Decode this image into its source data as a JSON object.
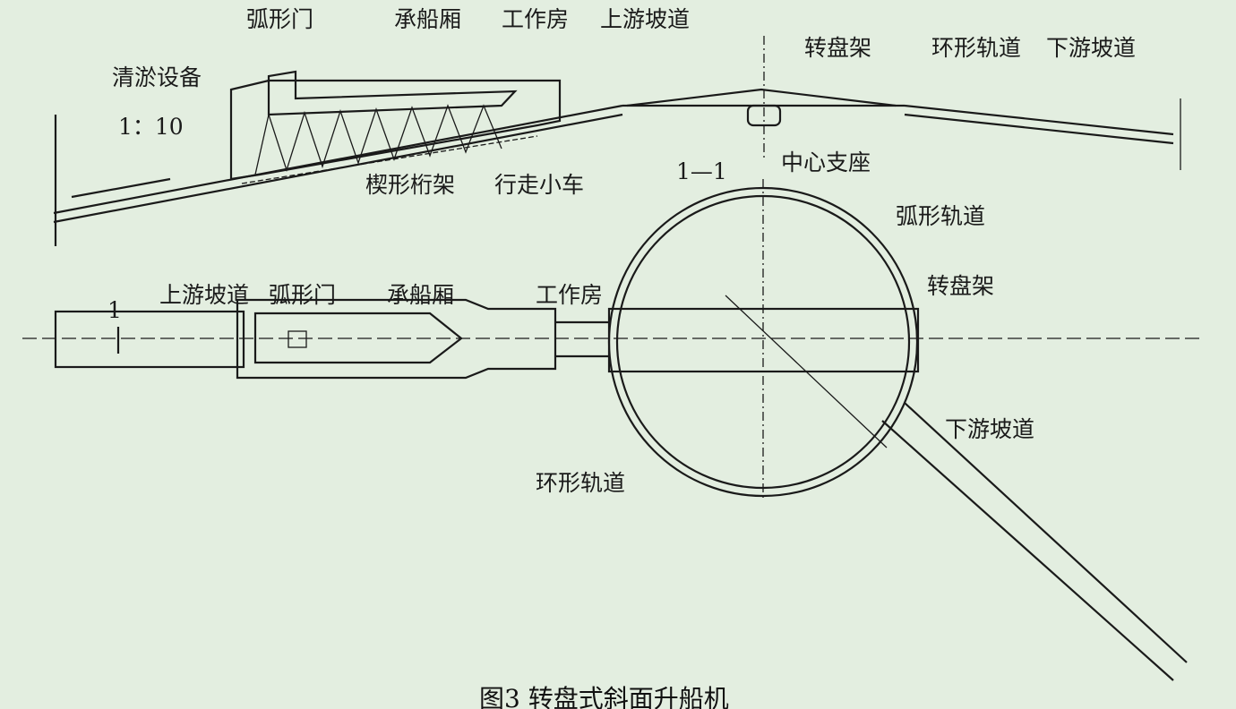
{
  "profile": {
    "sediment_equipment": "清淤设备",
    "arc_gate": "弧形门",
    "ship_chamber": "承船厢",
    "work_house": "工作房",
    "upstream_ramp": "上游坡道",
    "turntable_frame": "转盘架",
    "ring_track": "环形轨道",
    "downstream_ramp": "下游坡道",
    "slope": "1：10",
    "wedge_truss": "楔形桁架",
    "carriage": "行走小车",
    "center_support": "中心支座",
    "section_label": "1—1"
  },
  "plan": {
    "arc_track": "弧形轨道",
    "turntable_frame": "转盘架",
    "upstream_ramp": "上游坡道",
    "arc_gate": "弧形门",
    "ship_chamber": "承船厢",
    "work_house": "工作房",
    "section_mark": "1",
    "downstream_ramp": "下游坡道",
    "ring_track": "环形轨道"
  },
  "caption": "图3  转盘式斜面升船机"
}
